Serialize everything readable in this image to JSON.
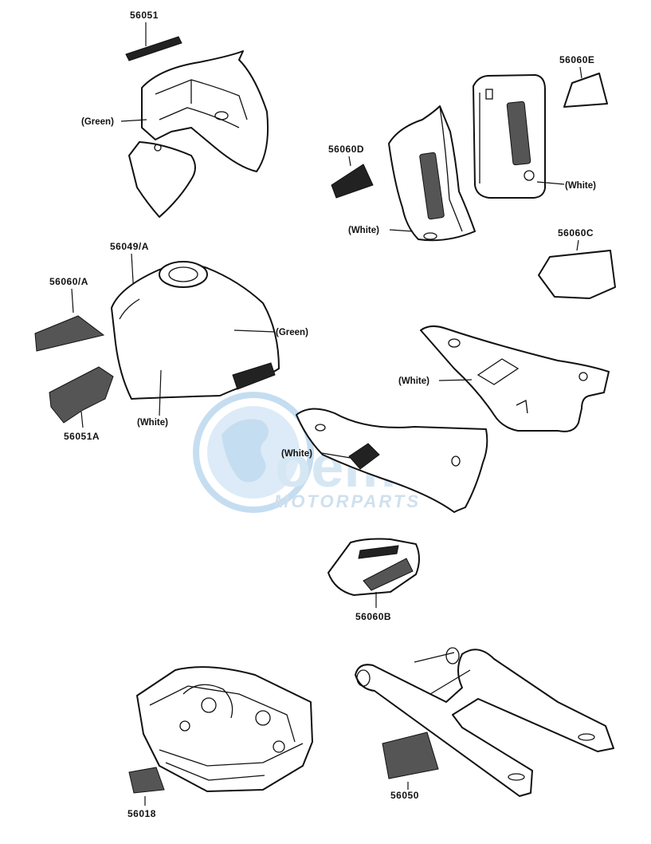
{
  "watermark": {
    "brand": "oem",
    "sub": "MOTORPARTS",
    "color": "#a9cdea"
  },
  "parts": [
    {
      "id": "56051",
      "label": "56051"
    },
    {
      "id": "56060E",
      "label": "56060E"
    },
    {
      "id": "56060D",
      "label": "56060D"
    },
    {
      "id": "56049A",
      "label": "56049/A"
    },
    {
      "id": "56060C",
      "label": "56060C"
    },
    {
      "id": "56060A",
      "label": "56060/A"
    },
    {
      "id": "56051A",
      "label": "56051A"
    },
    {
      "id": "56060B",
      "label": "56060B"
    },
    {
      "id": "56018",
      "label": "56018"
    },
    {
      "id": "56050",
      "label": "56050"
    }
  ],
  "colors": {
    "green_fairing": "(Green)",
    "white_cover_right": "(White)",
    "white_cover_left": "(White)",
    "green_tank": "(Green)",
    "white_tank": "(White)",
    "white_side_right": "(White)",
    "white_side_left": "(White)"
  }
}
